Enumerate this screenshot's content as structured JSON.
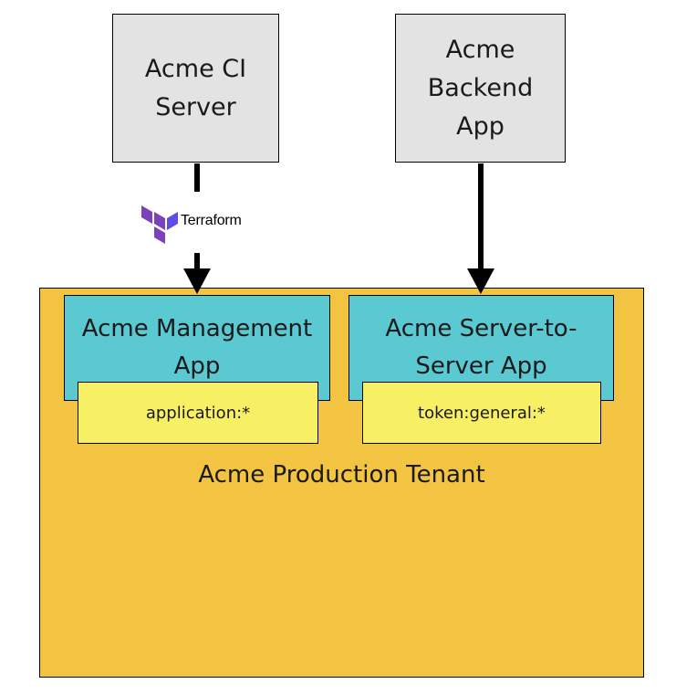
{
  "servers": {
    "ci_server": "Acme CI Server",
    "backend_app": "Acme Backend App"
  },
  "tenant": {
    "label": "Acme Production Tenant",
    "management_app": {
      "name": "Acme Management App",
      "scope": "application:*"
    },
    "server_to_server_app": {
      "name": "Acme Server-to-Server App",
      "scope": "token:general:*"
    }
  },
  "integration": {
    "label": "Terraform",
    "icon": "terraform-logo-icon",
    "color": "#7b42bc"
  },
  "colors": {
    "server_fill": "#e3e3e3",
    "tenant_fill": "#f2c441",
    "app_fill": "#5ac9d1",
    "scope_fill": "#f7f064"
  }
}
